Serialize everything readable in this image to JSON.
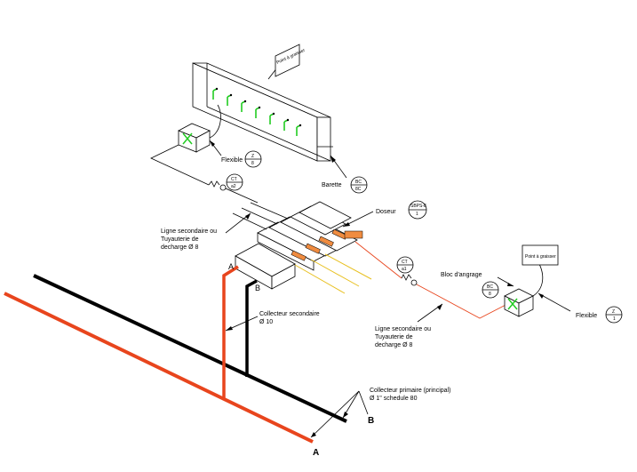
{
  "labels": {
    "flexible_top": "Flexible",
    "flexible_right": "Flexible",
    "barette": "Barette",
    "doseur": "Doseur",
    "ligne_left_1": "Ligne secondaire ou",
    "ligne_left_2": "Tuyauterie de",
    "ligne_left_3": "decharge Ø 8",
    "ligne_right_1": "Ligne secondaire ou",
    "ligne_right_2": "Tuyauterie de",
    "ligne_right_3": "decharge Ø 8",
    "bloc": "Bloc d'angrage",
    "collecteur_sec_1": "Collecteur secondaire",
    "collecteur_sec_2": "Ø 10",
    "collecteur_prim_1": "Collecteur primaire (principal)",
    "collecteur_prim_2": "Ø 1\" schedule 80",
    "point_graissage_top": "Point à graisser",
    "point_graissage_right": "Point à graisser",
    "A_top": "A",
    "B_top": "B",
    "A_bottom": "A",
    "B_bottom": "B"
  },
  "tags": {
    "flexible_top": {
      "top": "Z",
      "bottom": "8"
    },
    "barette": {
      "top": "BC",
      "bottom": "8C"
    },
    "ct_left": {
      "top": "CT",
      "bottom": "a2"
    },
    "doseur": {
      "top": "SBPS-8",
      "bottom": "1"
    },
    "ct_right": {
      "top": "CT",
      "bottom": "a1"
    },
    "bloc": {
      "top": "BC",
      "bottom": "8"
    },
    "flexible_right": {
      "top": "Z",
      "bottom": "1"
    }
  },
  "colors": {
    "primary_line": "#e8451d",
    "secondary_line": "#000000",
    "orange_accent": "#f08c40",
    "nozzle_green": "#22cc22",
    "yellow_lines": "#e8c020"
  }
}
